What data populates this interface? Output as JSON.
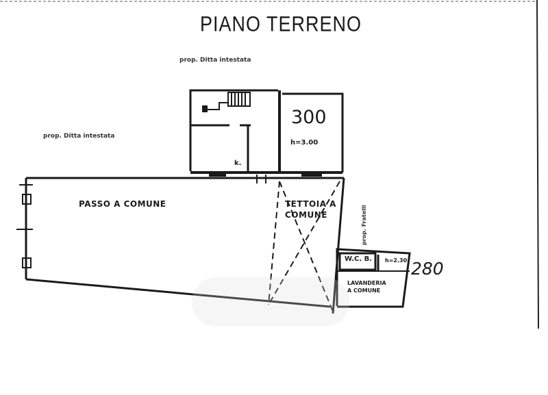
{
  "title": "PIANO TERRENO",
  "labels": {
    "prop_top": "prop. Ditta intestata",
    "prop_left": "prop. Ditta intestata",
    "prop_right": "prop. Fratelli",
    "room_number": "300",
    "room_height": "h=3.00",
    "kitchen": "k.",
    "passage": "PASSO A COMUNE",
    "canopy_line1": "TETTOIA A",
    "canopy_line2": "COMUNE",
    "wc": "W.C. B.",
    "wc_height": "h=2.30",
    "laundry_line1": "LAVANDERIA",
    "laundry_line2": "A COMUNE",
    "side_number": "280"
  },
  "colors": {
    "ink": "#1a1a1a",
    "paper": "#ffffff"
  }
}
